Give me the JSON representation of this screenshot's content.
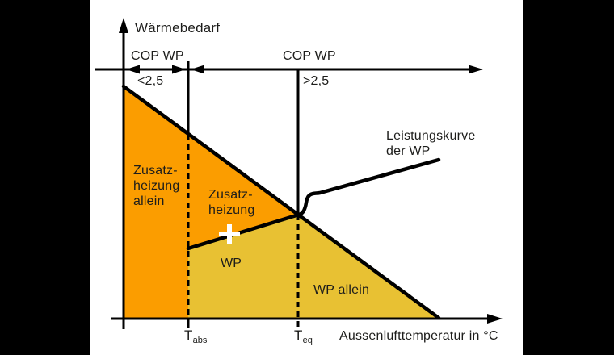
{
  "figure": {
    "type": "schematic-diagram",
    "title_none_shown": "",
    "frame_color": "#000000",
    "background": "#ffffff"
  },
  "colors": {
    "orange": "#FB9D00",
    "yellow": "#E8C133",
    "line": "#000000",
    "text": "#1d1d1b",
    "plus": "#ffffff"
  },
  "axes": {
    "y_label": "Wärmebedarf",
    "x_label": "Aussenlufttemperatur in °C",
    "t_abs_main": "T",
    "t_abs_sub": "abs",
    "t_eq_main": "T",
    "t_eq_sub": "eq"
  },
  "cop_scale": {
    "left_title": "COP WP",
    "left_value": "<2,5",
    "right_title": "COP WP",
    "right_value": ">2,5"
  },
  "regions": [
    {
      "name": "zusatzheizung-allein",
      "color": "#FB9D00",
      "lines": [
        "Zusatz-",
        "heizung",
        "allein"
      ]
    },
    {
      "name": "zusatzheizung",
      "color": "#FB9D00",
      "lines": [
        "Zusatz-",
        "heizung"
      ]
    },
    {
      "name": "wp",
      "color": "#E8C133",
      "lines": [
        "WP"
      ]
    },
    {
      "name": "wp-allein",
      "color": "#E8C133",
      "lines": [
        "WP allein"
      ]
    }
  ],
  "curve_label": {
    "line1": "Leistungskurve",
    "line2": "der WP"
  },
  "markers": {
    "plus_marker": "+"
  }
}
